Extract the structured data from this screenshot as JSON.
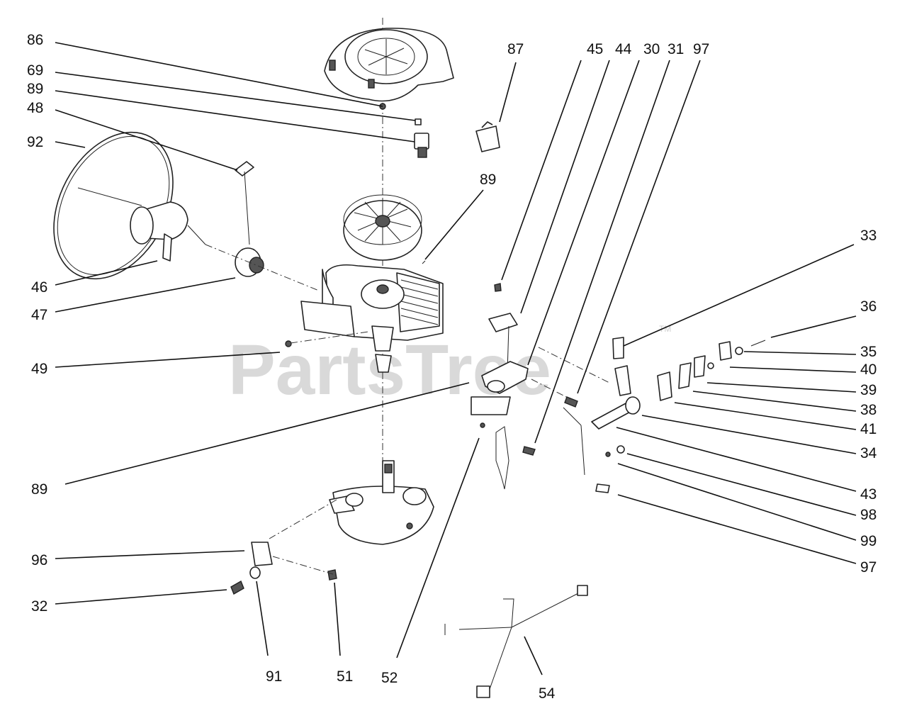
{
  "watermark": {
    "text": "PartsTree",
    "mark": "TM"
  },
  "callouts": [
    {
      "id": "c86a",
      "text": "86"
    },
    {
      "id": "c69",
      "text": "69"
    },
    {
      "id": "c89a",
      "text": "89"
    },
    {
      "id": "c48",
      "text": "48"
    },
    {
      "id": "c92",
      "text": "92"
    },
    {
      "id": "c46",
      "text": "46"
    },
    {
      "id": "c47",
      "text": "47"
    },
    {
      "id": "c49",
      "text": "49"
    },
    {
      "id": "c89b",
      "text": "89"
    },
    {
      "id": "c96",
      "text": "96"
    },
    {
      "id": "c32",
      "text": "32"
    },
    {
      "id": "c91",
      "text": "91"
    },
    {
      "id": "c51",
      "text": "51"
    },
    {
      "id": "c52",
      "text": "52"
    },
    {
      "id": "c54",
      "text": "54"
    },
    {
      "id": "c87",
      "text": "87"
    },
    {
      "id": "c89c",
      "text": "89"
    },
    {
      "id": "c45",
      "text": "45"
    },
    {
      "id": "c44",
      "text": "44"
    },
    {
      "id": "c30",
      "text": "30"
    },
    {
      "id": "c31",
      "text": "31"
    },
    {
      "id": "c97a",
      "text": "97"
    },
    {
      "id": "c33",
      "text": "33"
    },
    {
      "id": "c36",
      "text": "36"
    },
    {
      "id": "c35",
      "text": "35"
    },
    {
      "id": "c40",
      "text": "40"
    },
    {
      "id": "c39",
      "text": "39"
    },
    {
      "id": "c38",
      "text": "38"
    },
    {
      "id": "c41",
      "text": "41"
    },
    {
      "id": "c34",
      "text": "34"
    },
    {
      "id": "c43",
      "text": "43"
    },
    {
      "id": "c98",
      "text": "98"
    },
    {
      "id": "c99",
      "text": "99"
    },
    {
      "id": "c97b",
      "text": "97"
    }
  ]
}
